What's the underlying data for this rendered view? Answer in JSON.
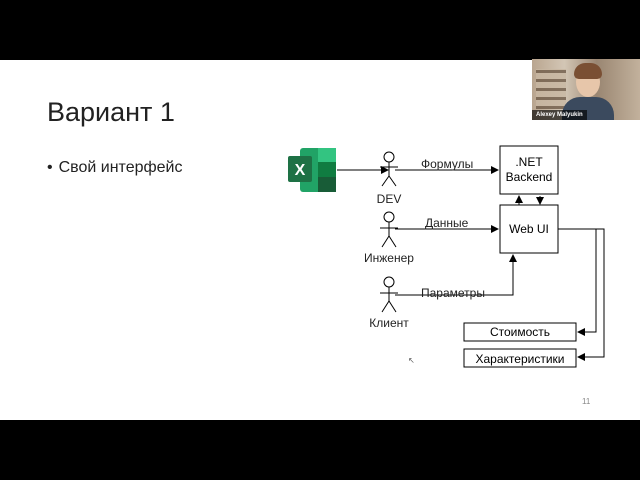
{
  "slide": {
    "title": "Вариант 1",
    "bullets": [
      "Свой интерфейс"
    ],
    "page_number": "11"
  },
  "webcam": {
    "name": "Alexey Malyukin"
  },
  "diagram": {
    "actors": {
      "dev": "DEV",
      "engineer": "Инженер",
      "client": "Клиент"
    },
    "edge_labels": {
      "formulas": "Формулы",
      "data": "Данные",
      "params": "Параметры"
    },
    "boxes": {
      "backend_line1": ".NET",
      "backend_line2": "Backend",
      "webui": "Web UI",
      "cost": "Стоимость",
      "specs": "Характеристики"
    },
    "excel_icon_letter": "X"
  },
  "colors": {
    "excel_green": "#1e7145",
    "slide_bg": "#ffffff",
    "frame_bg": "#000000"
  }
}
